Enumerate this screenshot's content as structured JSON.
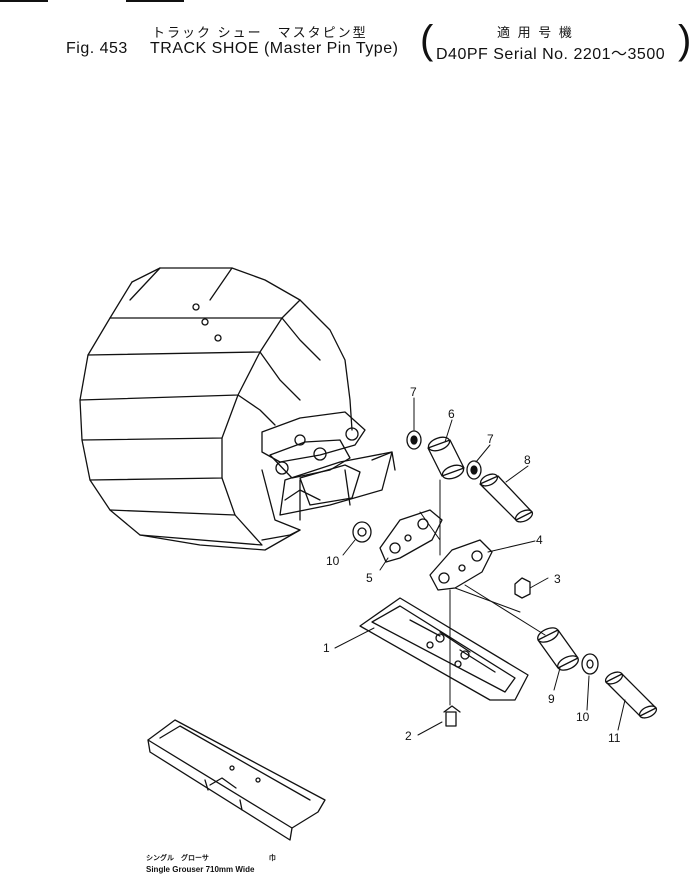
{
  "header": {
    "title_jp": "トラック シュー　マスタピン型",
    "fig_label": "Fig. 453",
    "title_en": "TRACK SHOE (Master Pin Type)",
    "applicable_jp": "適 用 号 機",
    "model_serial": "D40PF Serial No. 2201～3500"
  },
  "callouts": [
    "1",
    "2",
    "3",
    "4",
    "5",
    "6",
    "7",
    "7",
    "8",
    "9",
    "10",
    "10",
    "11"
  ],
  "caption": {
    "jp_a": "シングル　グローサ",
    "jp_b": "巾",
    "en": "Single Grouser 710mm  Wide"
  }
}
